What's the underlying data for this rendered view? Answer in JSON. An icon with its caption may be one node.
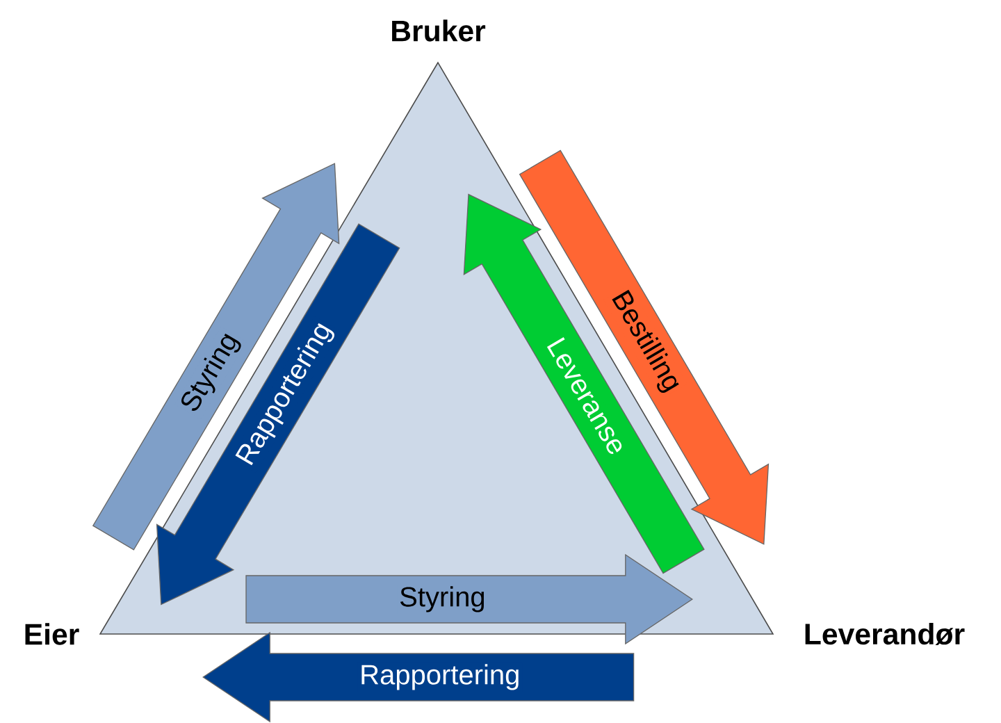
{
  "diagram": {
    "nodes": [
      {
        "text": [
          "Bruker"
        ]
      },
      {
        "text": [
          "Eier"
        ]
      },
      {
        "text": [
          "Leverandør"
        ]
      }
    ],
    "edges": [
      {
        "from": 1,
        "to": 0,
        "arrow": "to",
        "label": "Styring",
        "color": "#7f9fc8"
      },
      {
        "from": 0,
        "to": 1,
        "arrow": "to",
        "label": "Rapportering",
        "color": "#003f8c"
      },
      {
        "from": 2,
        "to": 0,
        "arrow": "to",
        "label": "Leveranse",
        "color": "#00cc33"
      },
      {
        "from": 0,
        "to": 2,
        "arrow": "to",
        "label": "Bestilling",
        "color": "#ff6633"
      },
      {
        "from": 1,
        "to": 2,
        "arrow": "to",
        "label": "Styring",
        "color": "#7f9fc8"
      },
      {
        "from": 2,
        "to": 1,
        "arrow": "to",
        "label": "Rapportering",
        "color": "#003f8c"
      }
    ]
  }
}
